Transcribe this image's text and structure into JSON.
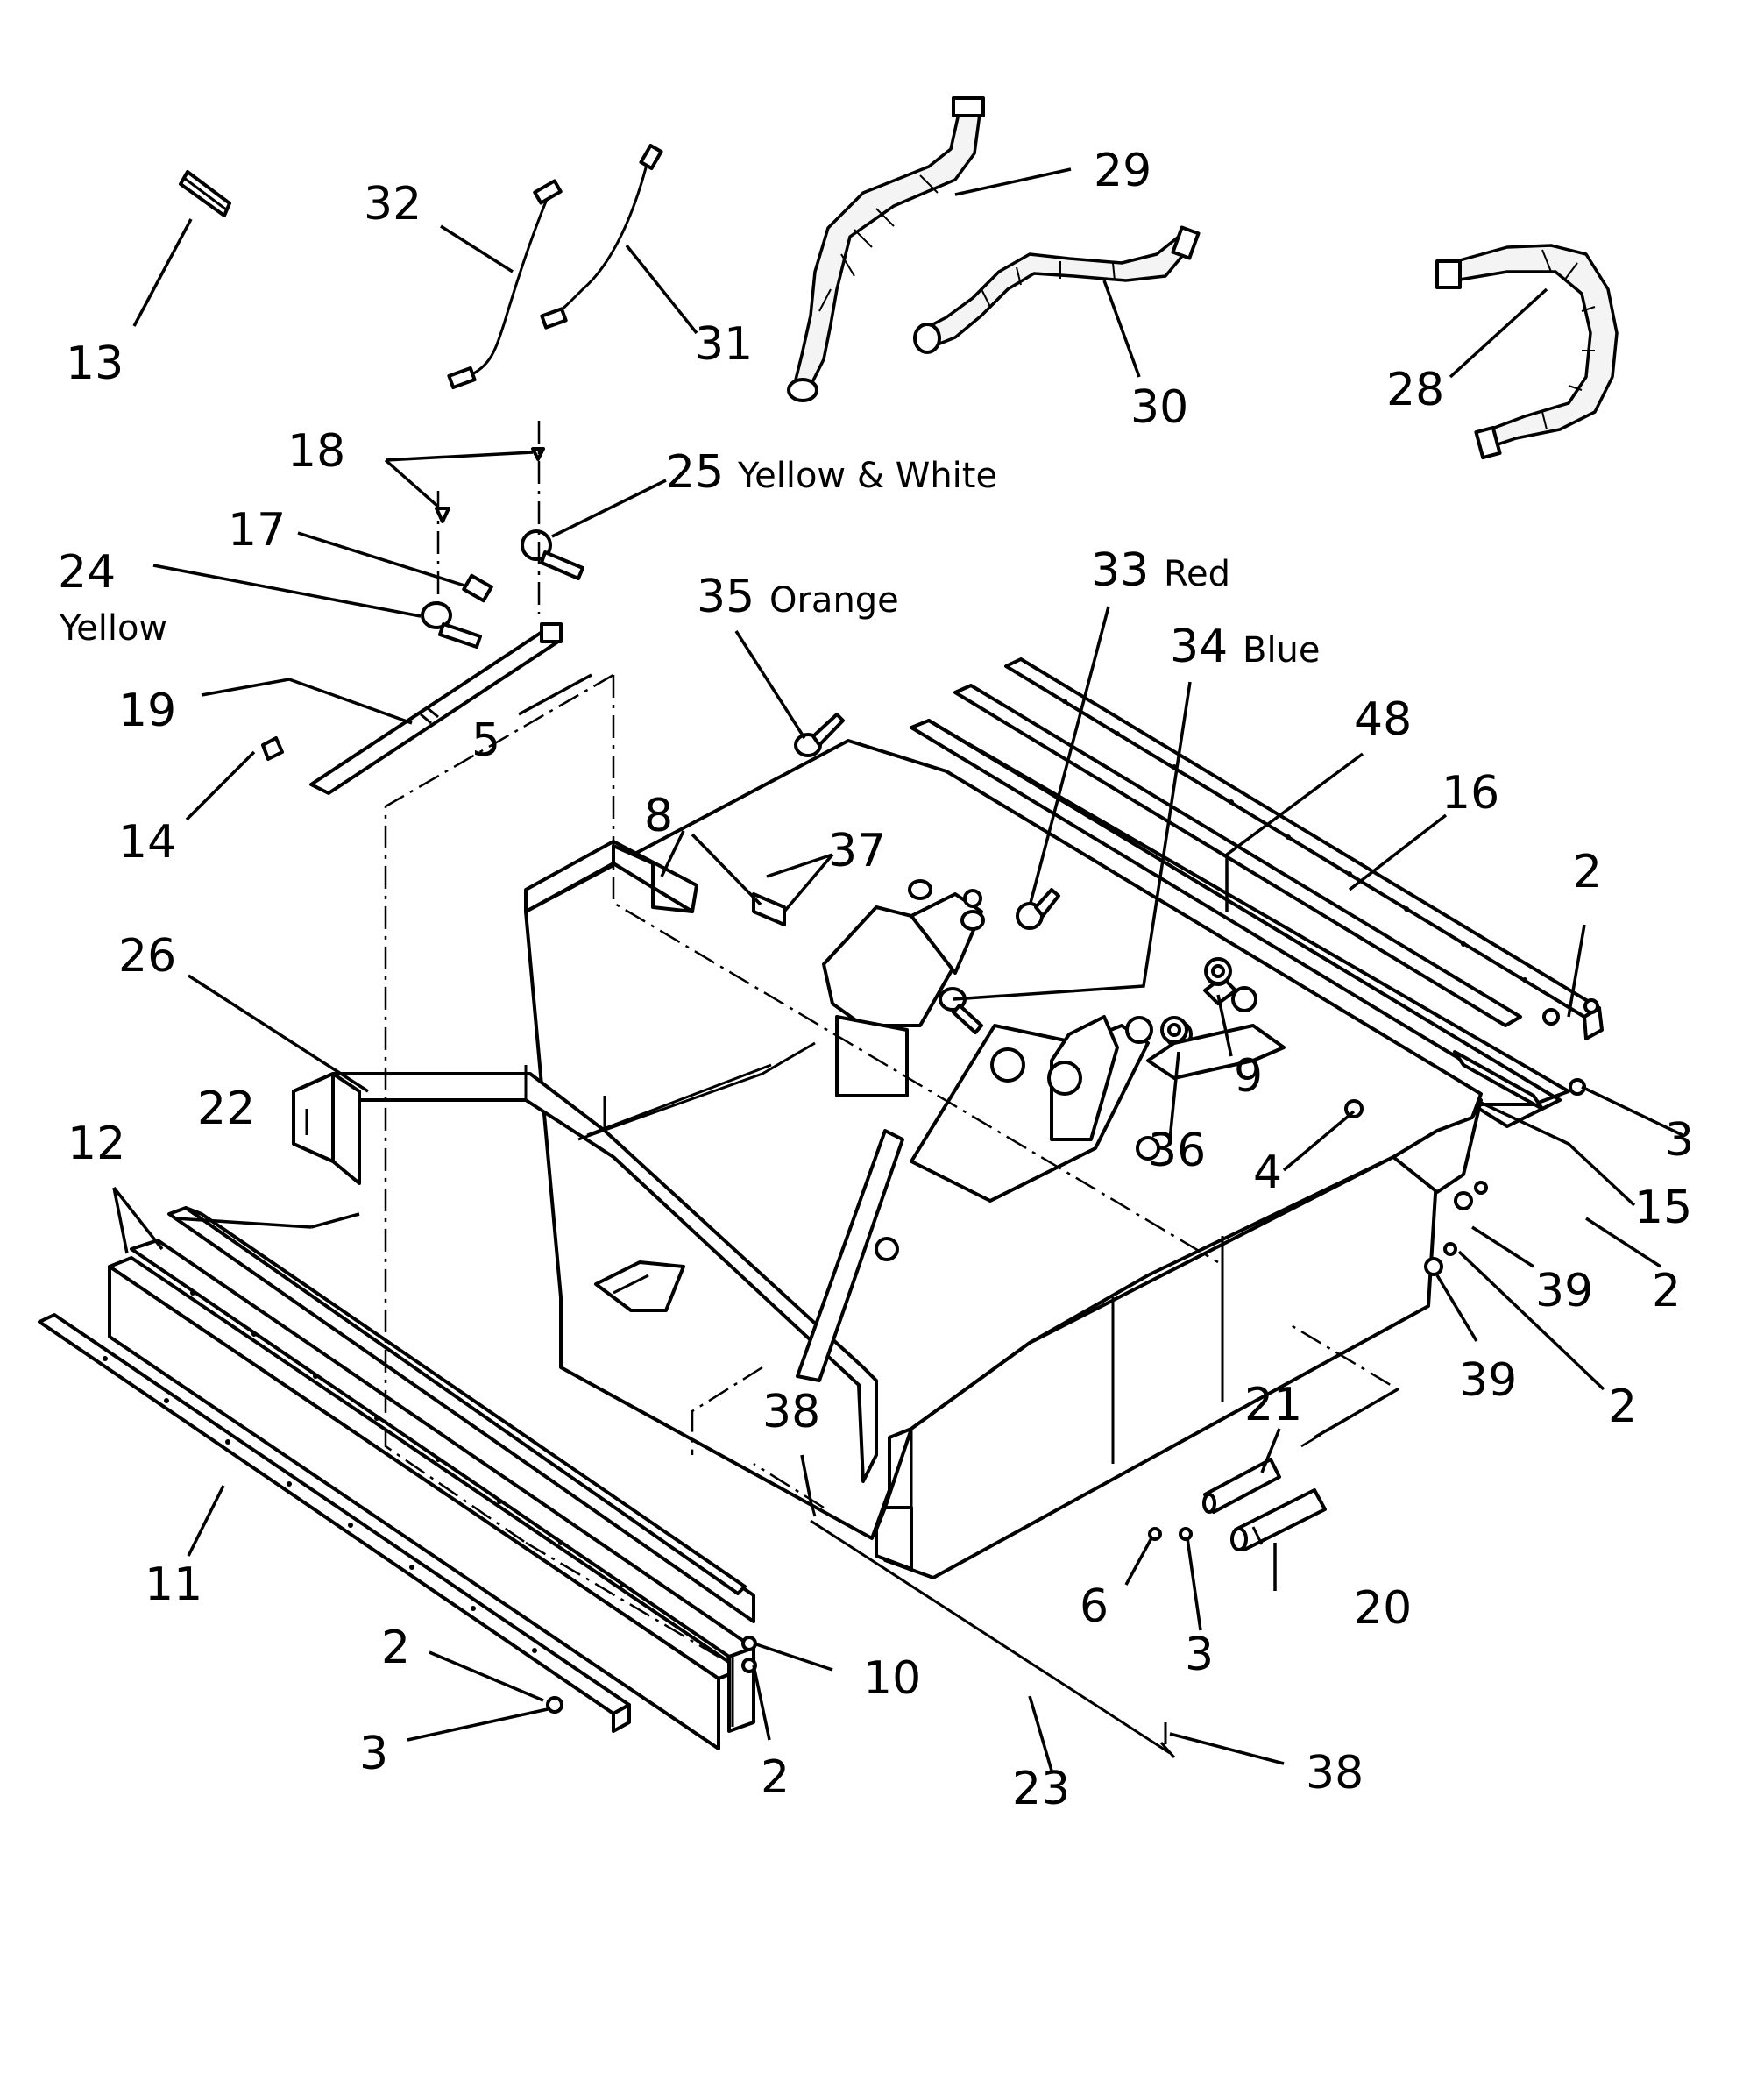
{
  "callouts": {
    "c13": "13",
    "c32": "32",
    "c31": "31",
    "c29": "29",
    "c30": "30",
    "c28": "28",
    "c18": "18",
    "c25": "25",
    "c25_color": "Yellow & White",
    "c17": "17",
    "c24": "24",
    "c24_color": "Yellow",
    "c35": "35",
    "c35_color": "Orange",
    "c33": "33",
    "c33_color": "Red",
    "c34": "34",
    "c34_color": "Blue",
    "c19": "19",
    "c5": "5",
    "c48": "48",
    "c16": "16",
    "c14": "14",
    "c8": "8",
    "c37": "37",
    "c2_a": "2",
    "c26": "26",
    "c9": "9",
    "c3_a": "3",
    "c22": "22",
    "c12": "12",
    "c36": "36",
    "c4": "4",
    "c15": "15",
    "c39_a": "39",
    "c2_b": "2",
    "c39_b": "39",
    "c2_c": "2",
    "c21": "21",
    "c38_a": "38",
    "c6": "6",
    "c20": "20",
    "c3_b": "3",
    "c11": "11",
    "c2_d": "2",
    "c10": "10",
    "c3_c": "3",
    "c2_e": "2",
    "c23": "23",
    "c38_b": "38"
  }
}
